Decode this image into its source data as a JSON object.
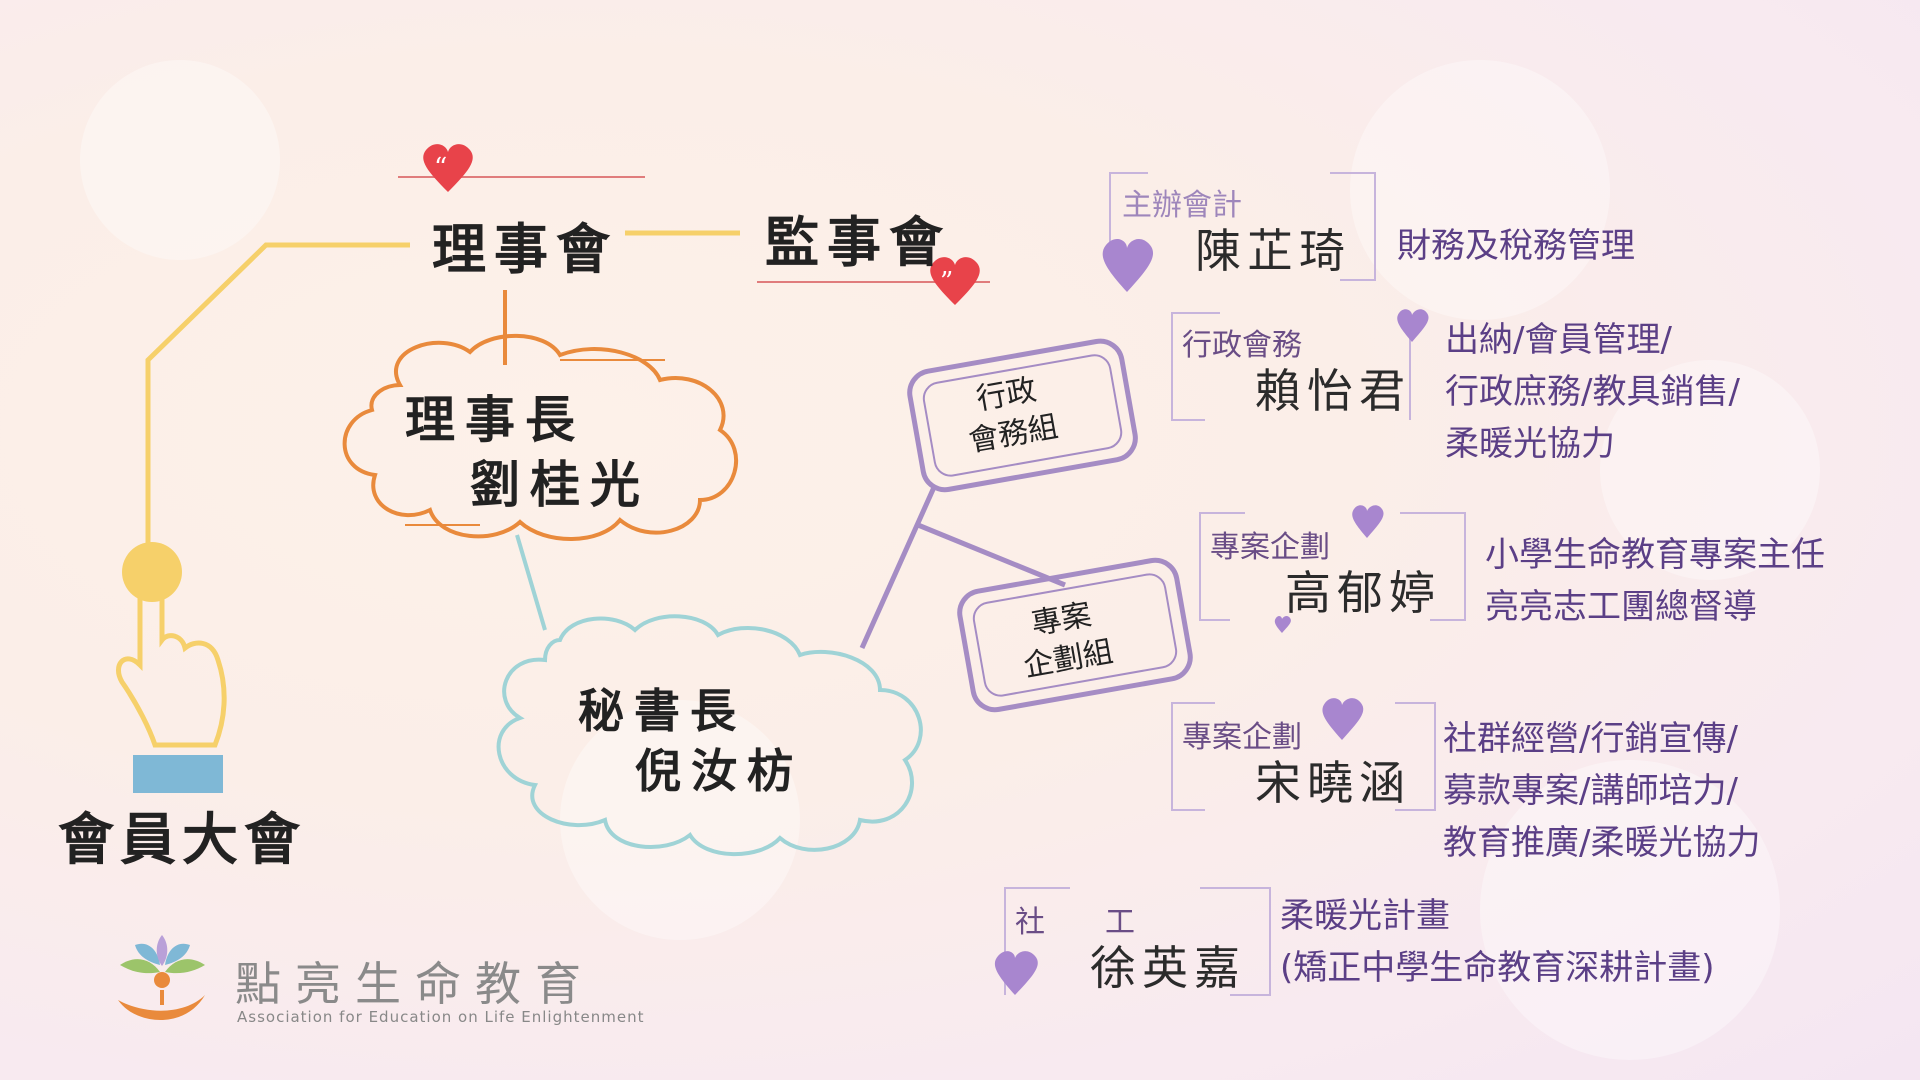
{
  "general_assembly": "會員大會",
  "board": "理事會",
  "supervisors": "監事會",
  "chairman": {
    "title": "理事長",
    "name": "劉桂光"
  },
  "secretary_general": {
    "title": "秘書長",
    "name": "倪汝枋"
  },
  "groups": {
    "admin": [
      "行政",
      "會務組"
    ],
    "project": [
      "專案",
      "企劃組"
    ]
  },
  "staff": [
    {
      "role": "主辦會計",
      "name": "陳芷琦",
      "duties": [
        "財務及稅務管理"
      ]
    },
    {
      "role": "行政會務",
      "name": "賴怡君",
      "duties": [
        "出納/會員管理/",
        "行政庶務/教具銷售/",
        "柔暖光協力"
      ]
    },
    {
      "role": "專案企劃",
      "name": "高郁婷",
      "duties": [
        "小學生命教育專案主任",
        "亮亮志工團總督導"
      ]
    },
    {
      "role": "專案企劃",
      "name": "宋曉涵",
      "duties": [
        "社群經營/行銷宣傳/",
        "募款專案/講師培力/",
        "教育推廣/柔暖光協力"
      ]
    },
    {
      "role": "社　　工",
      "name": "徐英嘉",
      "duties": [
        "柔暖光計畫",
        "(矯正中學生命教育深耕計畫)"
      ]
    }
  ],
  "logo": {
    "name_cn": "點亮生命教育",
    "name_en": "Association for Education on Life Enlightenment"
  },
  "colors": {
    "yellow": "#f6d06a",
    "orange": "#e98a3c",
    "teal": "#9fd3d6",
    "purple": "#a58cc4",
    "heart_red": "#e8434a",
    "heart_purple": "#a886cf"
  }
}
